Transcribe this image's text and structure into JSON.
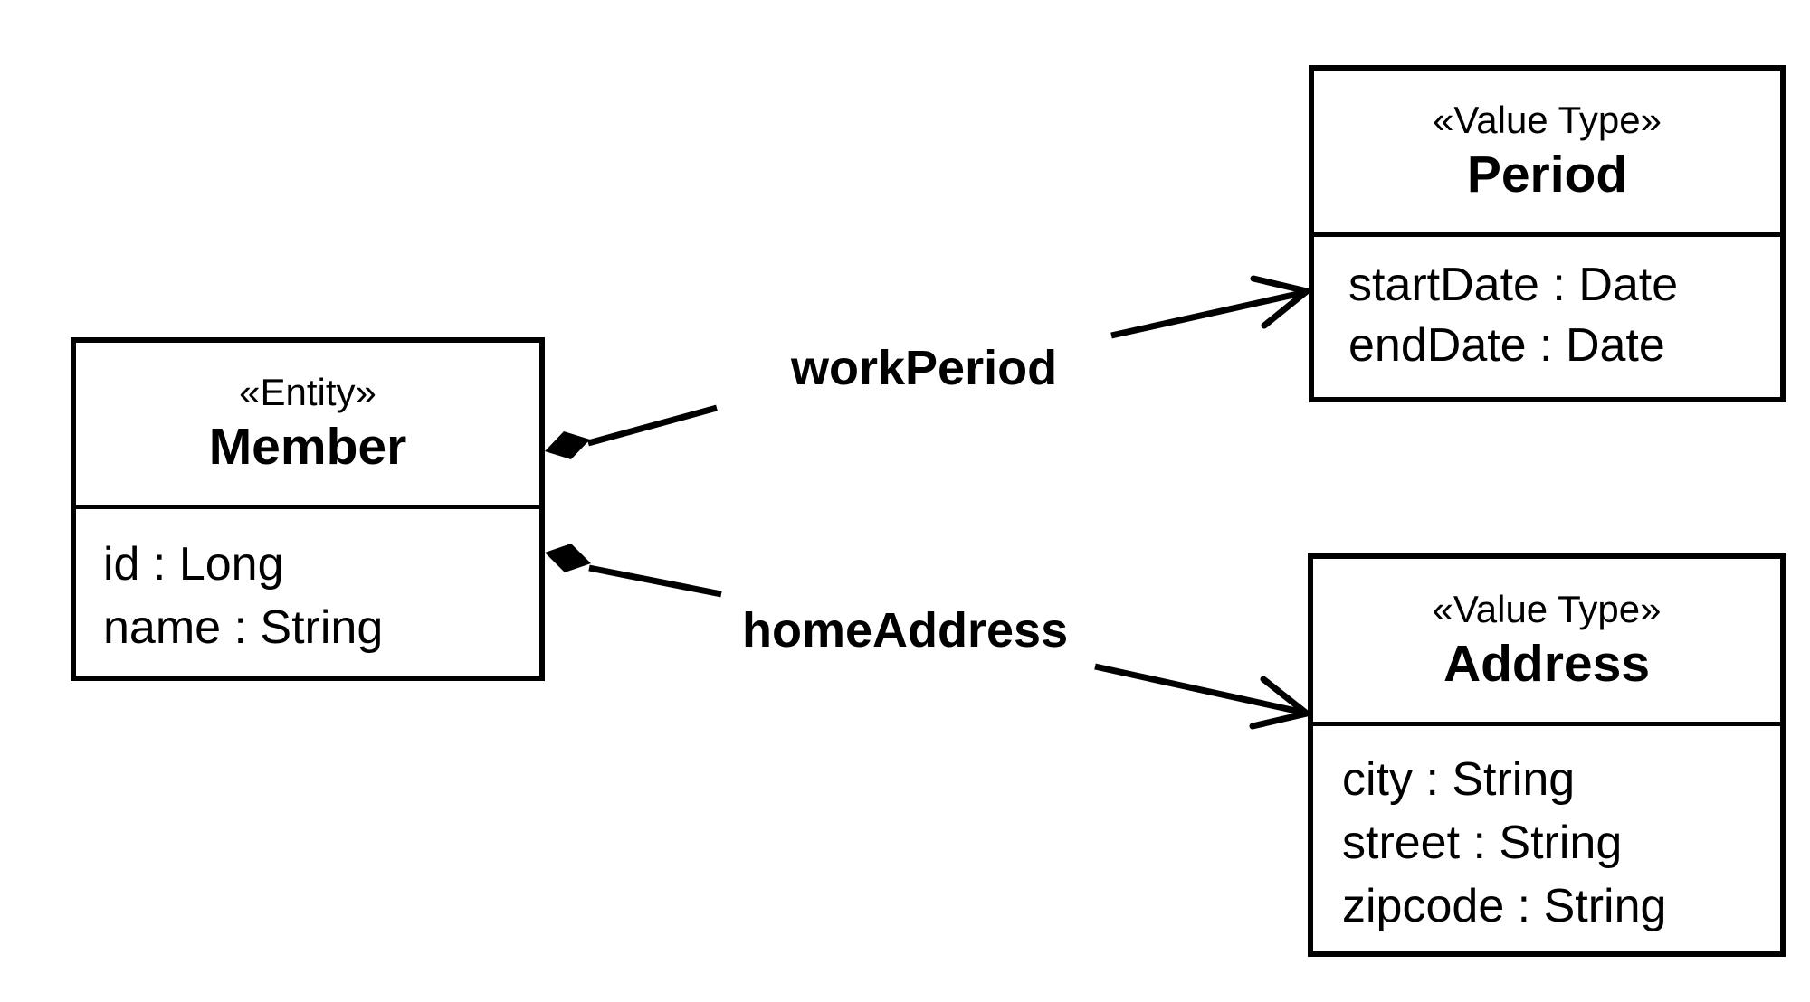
{
  "diagram": {
    "classes": [
      {
        "id": "member",
        "stereotype": "«Entity»",
        "name": "Member",
        "attributes": [
          "id : Long",
          "name : String"
        ]
      },
      {
        "id": "period",
        "stereotype": "«Value Type»",
        "name": "Period",
        "attributes": [
          "startDate : Date",
          "endDate : Date"
        ]
      },
      {
        "id": "address",
        "stereotype": "«Value Type»",
        "name": "Address",
        "attributes": [
          "city : String",
          "street : String",
          "zipcode : String"
        ]
      }
    ],
    "associations": [
      {
        "label": "workPeriod",
        "from": "Member",
        "to": "Period",
        "type": "composition",
        "source_marker": "filled-diamond",
        "target_marker": "open-arrow"
      },
      {
        "label": "homeAddress",
        "from": "Member",
        "to": "Address",
        "type": "composition",
        "source_marker": "filled-diamond",
        "target_marker": "open-arrow"
      }
    ],
    "colors": {
      "foreground": "#000000",
      "background": "#ffffff"
    }
  }
}
